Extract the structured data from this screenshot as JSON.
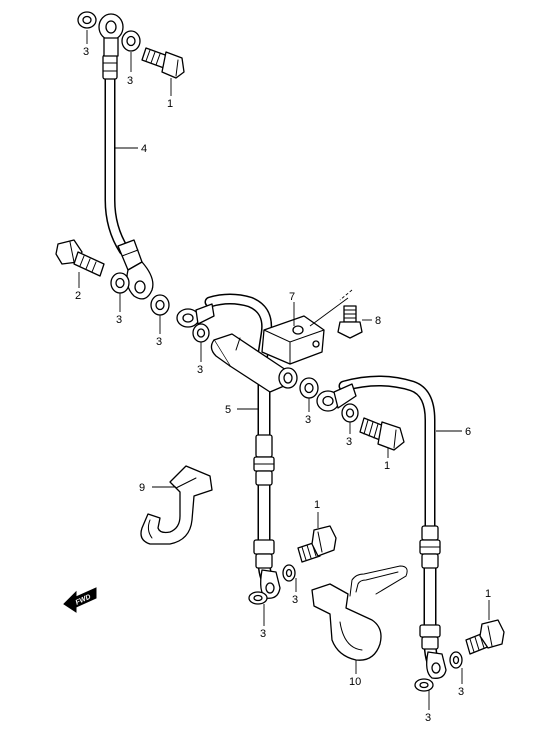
{
  "callouts": {
    "c1a": "1",
    "c1b": "1",
    "c1c": "1",
    "c1d": "1",
    "c2": "2",
    "c3a": "3",
    "c3b": "3",
    "c3c": "3",
    "c3d": "3",
    "c3e": "3",
    "c3f": "3",
    "c3g": "3",
    "c3h": "3",
    "c3i": "3",
    "c3j": "3",
    "c3k": "3",
    "c4": "4",
    "c5": "5",
    "c6": "6",
    "c7": "7",
    "c8": "8",
    "c9": "9",
    "c10": "10"
  },
  "fwd_label": "FWD"
}
